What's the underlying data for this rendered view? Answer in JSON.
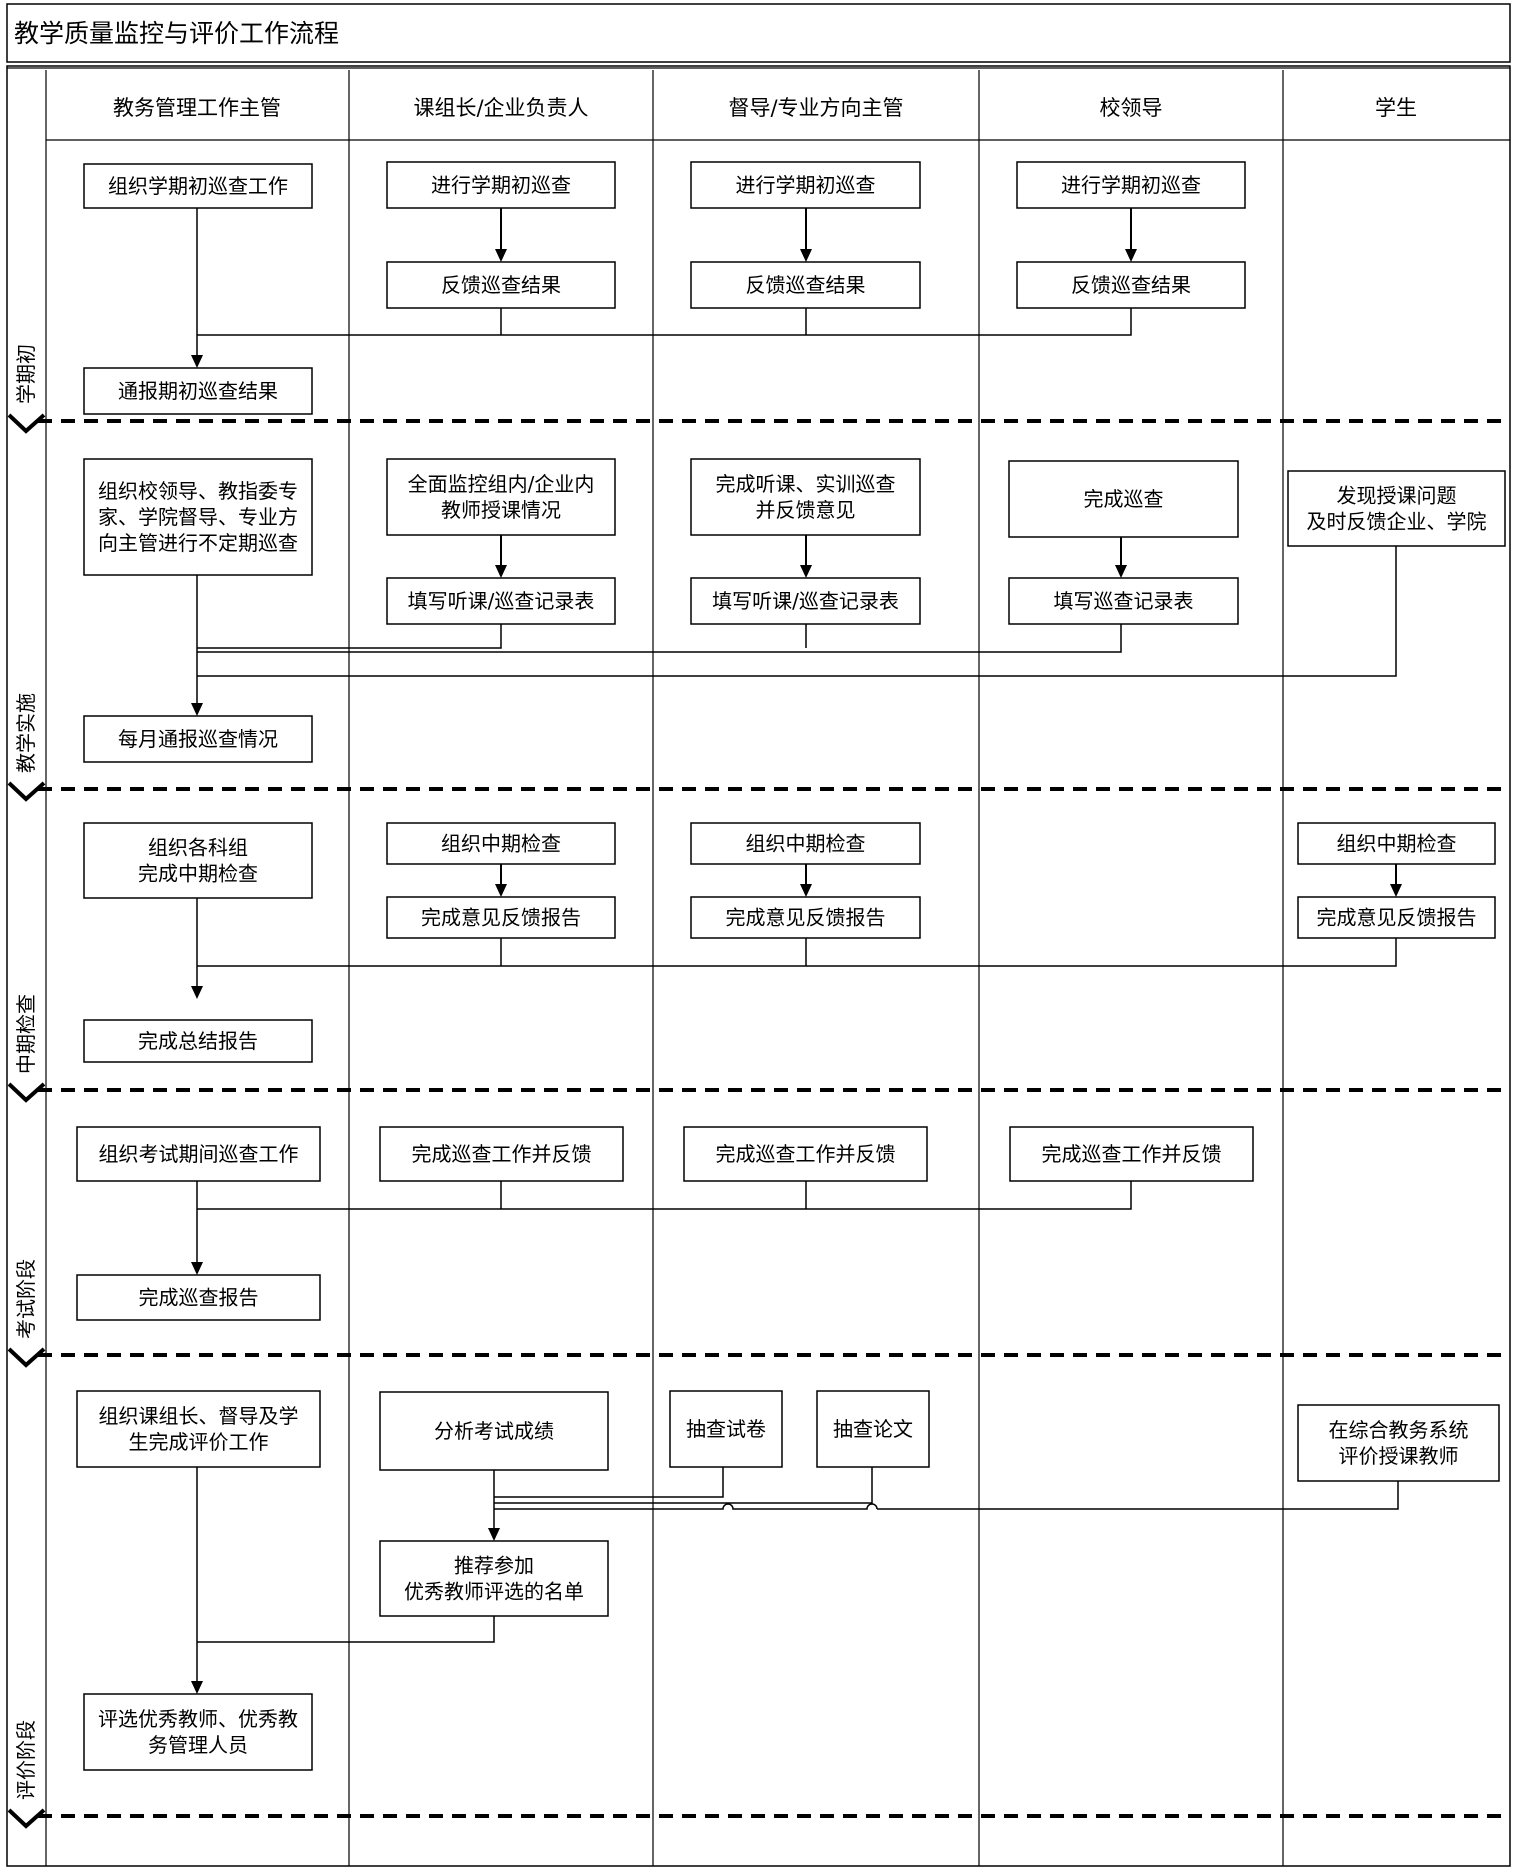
{
  "title": "教学质量监控与评价工作流程",
  "lanes": [
    "教务管理工作主管",
    "课组长/企业负责人",
    "督导/专业方向主管",
    "校领导",
    "学生"
  ],
  "phases": [
    "学期初",
    "教学实施",
    "中期检查",
    "考试阶段",
    "评价阶段"
  ],
  "boxes": {
    "p1_admin_organize": "组织学期初巡查工作",
    "p1_admin_report": "通报期初巡查结果",
    "p1_leader_inspect": "进行学期初巡查",
    "p1_leader_feedback": "反馈巡查结果",
    "p1_supervisor_inspect": "进行学期初巡查",
    "p1_supervisor_feedback": "反馈巡查结果",
    "p1_school_inspect": "进行学期初巡查",
    "p1_school_feedback": "反馈巡查结果",
    "p2_admin_organize": [
      "组织校领导、教指委专",
      "家、学院督导、专业方",
      "向主管进行不定期巡查"
    ],
    "p2_admin_report": "每月通报巡查情况",
    "p2_leader_monitor": [
      "全面监控组内/企业内",
      "教师授课情况"
    ],
    "p2_leader_record": "填写听课/巡查记录表",
    "p2_supervisor_listen": [
      "完成听课、实训巡查",
      "并反馈意见"
    ],
    "p2_supervisor_record": "填写听课/巡查记录表",
    "p2_school_inspect": "完成巡查",
    "p2_school_record": "填写巡查记录表",
    "p2_student_find": [
      "发现授课问题",
      "及时反馈企业、学院"
    ],
    "p3_admin_organize": [
      "组织各科组",
      "完成中期检查"
    ],
    "p3_admin_report": "完成总结报告",
    "p3_leader_check": "组织中期检查",
    "p3_leader_feedback": "完成意见反馈报告",
    "p3_supervisor_check": "组织中期检查",
    "p3_supervisor_feedback": "完成意见反馈报告",
    "p3_student_check": "组织中期检查",
    "p3_student_feedback": "完成意见反馈报告",
    "p4_admin_organize": "组织考试期间巡查工作",
    "p4_admin_report": "完成巡查报告",
    "p4_leader_done": "完成巡查工作并反馈",
    "p4_supervisor_done": "完成巡查工作并反馈",
    "p4_school_done": "完成巡查工作并反馈",
    "p5_admin_organize": [
      "组织课组长、督导及学",
      "生完成评价工作"
    ],
    "p5_admin_select": [
      "评选优秀教师、优秀教",
      "务管理人员"
    ],
    "p5_leader_analyze": "分析考试成绩",
    "p5_leader_recommend": [
      "推荐参加",
      "优秀教师评选的名单"
    ],
    "p5_supervisor_papers": "抽查试卷",
    "p5_supervisor_thesis": "抽查论文",
    "p5_student_evaluate": [
      "在综合教务系统",
      "评价授课教师"
    ]
  }
}
